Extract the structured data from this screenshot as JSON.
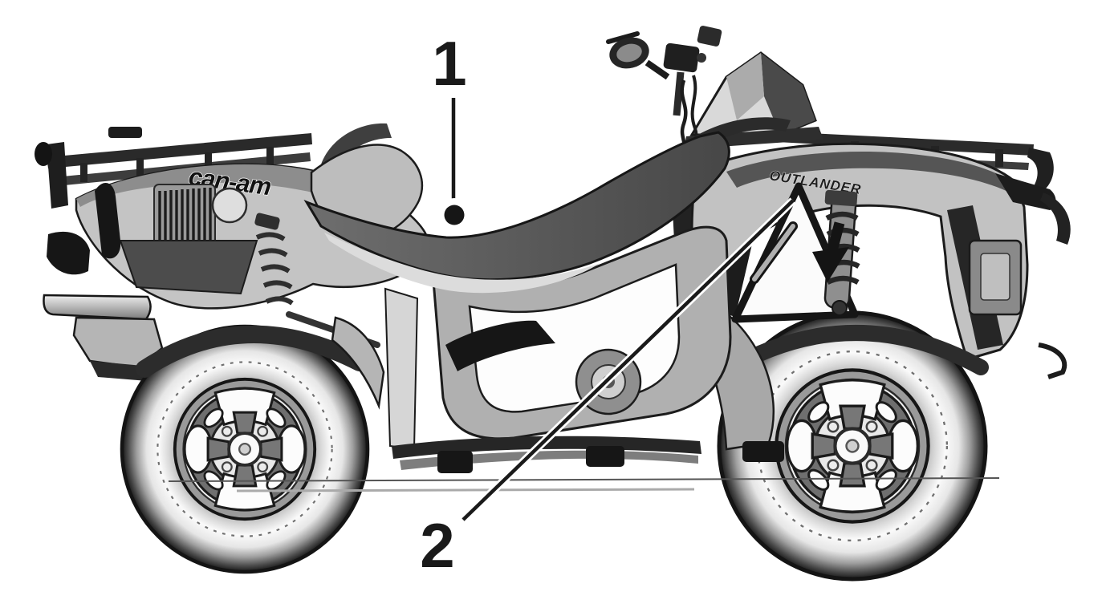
{
  "figure": {
    "type": "technical-illustration",
    "subject": "ATV quad side view line art with numbered callouts",
    "background": "#ffffff",
    "ink": "#1a1a1a",
    "body_gray": "#c4c4c4",
    "panel_gray": "#8f8f8f",
    "seat_gray": "#5a5a5a"
  },
  "branding": {
    "fender_logo": "can-am",
    "model_decal": "OUTLANDER"
  },
  "callouts": [
    {
      "label": "1",
      "points_to": "seat",
      "marker": "dot"
    },
    {
      "label": "2",
      "points_to": "rear-shock-absorber",
      "marker": "arrow"
    }
  ]
}
